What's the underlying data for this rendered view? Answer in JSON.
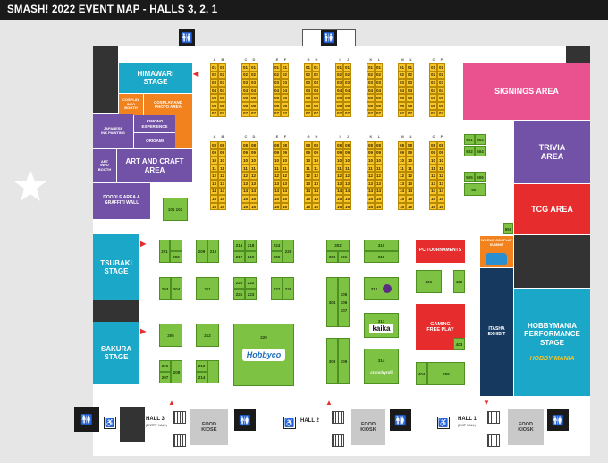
{
  "title": "SMASH! 2022 EVENT MAP - HALLS 3, 2, 1",
  "zones": {
    "himawari": "HIMAWARI\nSTAGE",
    "cosplay_info": "COSPLAY\nINFO\nBOOTH",
    "cosplay_photo": "COSPLAY AND\nPHOTO AREA",
    "kimono": "KIMONO\nEXPERIENCE",
    "origami": "ORIGAMI",
    "ink": "JAPANESE\nINK PAINTING",
    "art_info": "ART\nINFO\nBOOTH",
    "art_craft": "ART AND CRAFT\nAREA",
    "doodle": "DOODLE AREA &\nGRAFFITI WALL",
    "tsubaki": "TSUBAKI\nSTAGE",
    "sakura": "SAKURA\nSTAGE",
    "signings": "SIGNINGS AREA",
    "trivia": "TRIVIA\nAREA",
    "tcg": "TCG AREA",
    "pc": "PC TOURNAMENTS",
    "gaming": "GAMING\nFREE PLAY",
    "world_cosplay": "WORLD COSPLAY\nSUMMIT",
    "itasha": "ITASHA\nEXHIBIT",
    "hobbymania": "HOBBYMANIA\nPERFORMANCE\nSTAGE"
  },
  "logos": {
    "hobbyco": "Hobbyco",
    "kaika": "kaika",
    "crunchyroll": "crunchyroll",
    "hobby_mania": "HOBBY MANIA"
  },
  "halls": {
    "h3": "HALL 3",
    "h3_sub": "(ENTRY HALL)",
    "h2": "HALL 2",
    "h1": "HALL 1",
    "h1_sub": "(EXIT HALL)",
    "kiosk": "FOOD\nKIOSK"
  },
  "icons": {
    "restroom": "restroom-icon",
    "accessible": "accessible-icon"
  },
  "collabs": {
    "top": [
      "A",
      "B",
      "C",
      "D",
      "E",
      "F",
      "G",
      "H",
      "I",
      "J",
      "K",
      "L",
      "M",
      "N",
      "O",
      "P"
    ],
    "top_nums": [
      "01",
      "02",
      "03",
      "04",
      "05",
      "06",
      "07"
    ],
    "bot_nums": [
      "08",
      "09",
      "10",
      "11",
      "12",
      "13",
      "14",
      "15",
      "16"
    ]
  },
  "booths": {
    "b101": "101",
    "b102": "102",
    "b201": "201",
    "b202": "202",
    "b203": "203",
    "b204": "204",
    "b205": "205",
    "b206": "206",
    "b207": "207",
    "b208": "208",
    "b209": "209",
    "b210": "210",
    "b211": "211",
    "b212": "212",
    "b213": "213",
    "b214": "214",
    "b216": "216",
    "b217": "217",
    "b218": "218",
    "b219": "219",
    "b220": "220",
    "b221": "221",
    "b222": "222",
    "b223": "223",
    "b224": "224",
    "b225": "225",
    "b226": "226",
    "b227": "227",
    "b228": "228",
    "b229": "229",
    "b301": "301",
    "b302": "302",
    "b303": "303",
    "b304": "304",
    "b305": "305",
    "b306": "306",
    "b307": "307",
    "b308": "308",
    "b309": "309",
    "b310": "310",
    "b311": "311",
    "b312": "312",
    "b313": "313",
    "b314": "314",
    "b401": "401",
    "b402": "402",
    "b403": "403",
    "b404": "404",
    "b405": "405",
    "b501": "501",
    "b502": "502",
    "b503": "503",
    "b504": "504",
    "b505": "505",
    "b506": "506",
    "b507": "507",
    "b550": "550"
  }
}
